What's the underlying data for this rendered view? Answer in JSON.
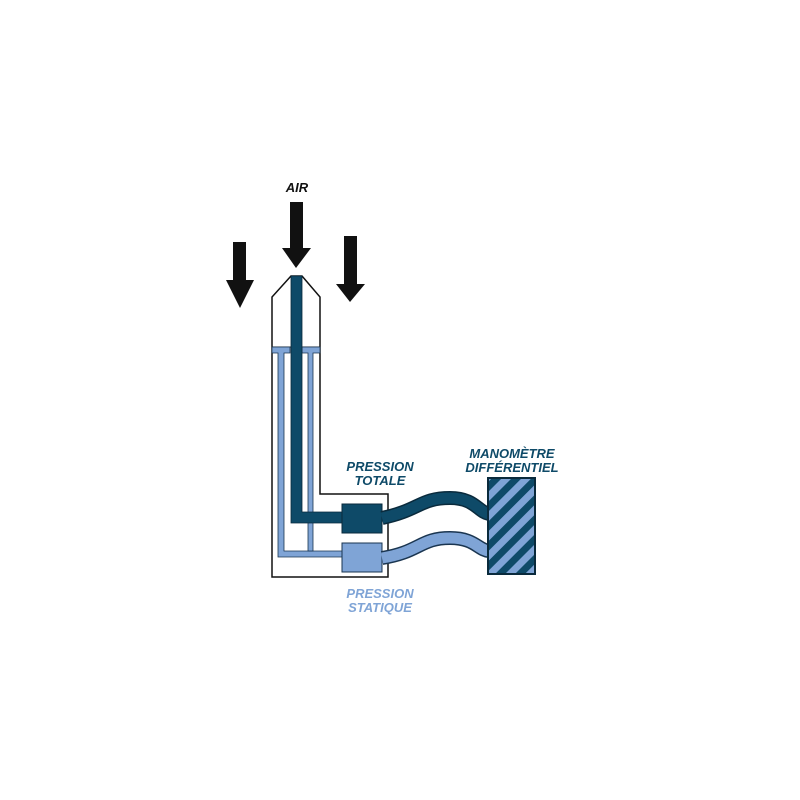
{
  "labels": {
    "air": "AIR",
    "total_pressure": [
      "PRESSION",
      "TOTALE"
    ],
    "static_pressure": [
      "PRESSION",
      "STATIQUE"
    ],
    "manometer": [
      "MANOMÈTRE",
      "DIFFÉRENTIEL"
    ]
  },
  "colors": {
    "total_pressure": "#0e4a68",
    "static_pressure": "#7fa4d6",
    "arrow": "#111111",
    "outline": "#111111"
  }
}
